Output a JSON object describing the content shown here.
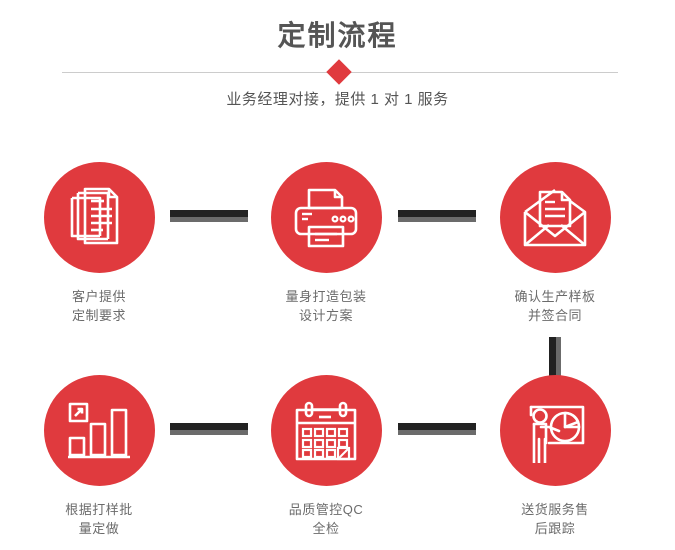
{
  "header": {
    "title": "定制流程",
    "subtitle": "业务经理对接，提供 1 对 1 服务",
    "divider_icon": "diamond-bullet"
  },
  "theme": {
    "accent_red": "#e03a3e",
    "title_gray": "#555555",
    "caption_gray": "#6b6b6b",
    "connector_dark": "#222222",
    "connector_shade": "#6b6b6b",
    "divider_gray": "#cccccc",
    "background": "#ffffff"
  },
  "steps": [
    {
      "index": 1,
      "icon": "documents-stack-icon",
      "caption_line1": "客户提供",
      "caption_line2": "定制要求"
    },
    {
      "index": 2,
      "icon": "printer-icon",
      "caption_line1": "量身打造包装",
      "caption_line2": "设计方案"
    },
    {
      "index": 3,
      "icon": "envelope-letter-icon",
      "caption_line1": "确认生产样板",
      "caption_line2": "并签合同"
    },
    {
      "index": 4,
      "icon": "bar-chart-growth-icon",
      "caption_line1": "根据打样批",
      "caption_line2": "量定做"
    },
    {
      "index": 5,
      "icon": "calendar-check-icon",
      "caption_line1": "品质管控QC",
      "caption_line2": "全检"
    },
    {
      "index": 6,
      "icon": "presenter-pie-chart-icon",
      "caption_line1": "送货服务售",
      "caption_line2": "后跟踪"
    }
  ],
  "connectors": [
    {
      "id": "conn-1-2",
      "orientation": "horizontal"
    },
    {
      "id": "conn-2-3",
      "orientation": "horizontal"
    },
    {
      "id": "conn-3-6",
      "orientation": "vertical"
    },
    {
      "id": "conn-4-5",
      "orientation": "horizontal"
    },
    {
      "id": "conn-5-6",
      "orientation": "horizontal"
    }
  ]
}
